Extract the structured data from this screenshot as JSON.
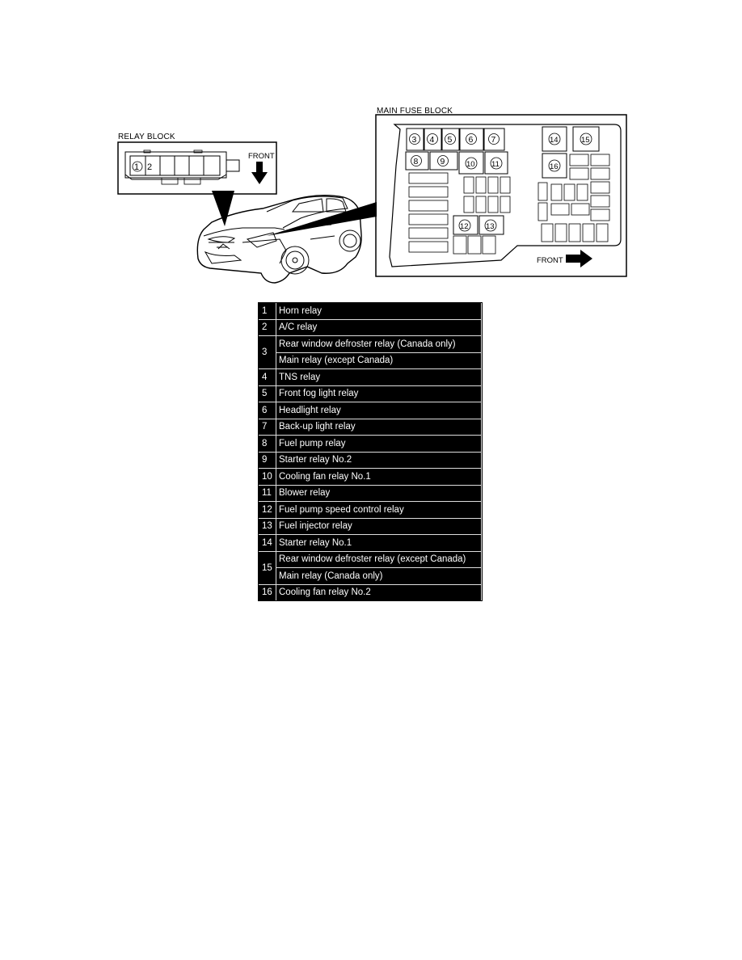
{
  "labels": {
    "relay_block": "RELAY BLOCK",
    "main_fuse_block": "MAIN FUSE BLOCK",
    "front_relay": "FRONT",
    "front_fuse": "FRONT"
  },
  "relay_block_slots": [
    "1",
    "2"
  ],
  "fuse_block_slots": [
    "3",
    "4",
    "5",
    "6",
    "7",
    "8",
    "9",
    "10",
    "11",
    "12",
    "13",
    "14",
    "15",
    "16"
  ],
  "legend": [
    {
      "num": "1",
      "items": [
        "Horn relay"
      ]
    },
    {
      "num": "2",
      "items": [
        "A/C relay"
      ]
    },
    {
      "num": "3",
      "items": [
        "Rear window defroster relay (Canada only)",
        "Main relay (except Canada)"
      ]
    },
    {
      "num": "4",
      "items": [
        "TNS relay"
      ]
    },
    {
      "num": "5",
      "items": [
        "Front fog light relay"
      ]
    },
    {
      "num": "6",
      "items": [
        "Headlight relay"
      ]
    },
    {
      "num": "7",
      "items": [
        "Back-up light relay"
      ]
    },
    {
      "num": "8",
      "items": [
        "Fuel pump relay"
      ]
    },
    {
      "num": "9",
      "items": [
        "Starter relay No.2"
      ]
    },
    {
      "num": "10",
      "items": [
        "Cooling fan relay No.1"
      ]
    },
    {
      "num": "11",
      "items": [
        "Blower relay"
      ]
    },
    {
      "num": "12",
      "items": [
        "Fuel pump speed control relay"
      ]
    },
    {
      "num": "13",
      "items": [
        "Fuel injector relay"
      ]
    },
    {
      "num": "14",
      "items": [
        "Starter relay No.1"
      ]
    },
    {
      "num": "15",
      "items": [
        "Rear window defroster relay (except Canada)",
        "Main relay (Canada only)"
      ]
    },
    {
      "num": "16",
      "items": [
        "Cooling fan relay No.2"
      ]
    }
  ]
}
